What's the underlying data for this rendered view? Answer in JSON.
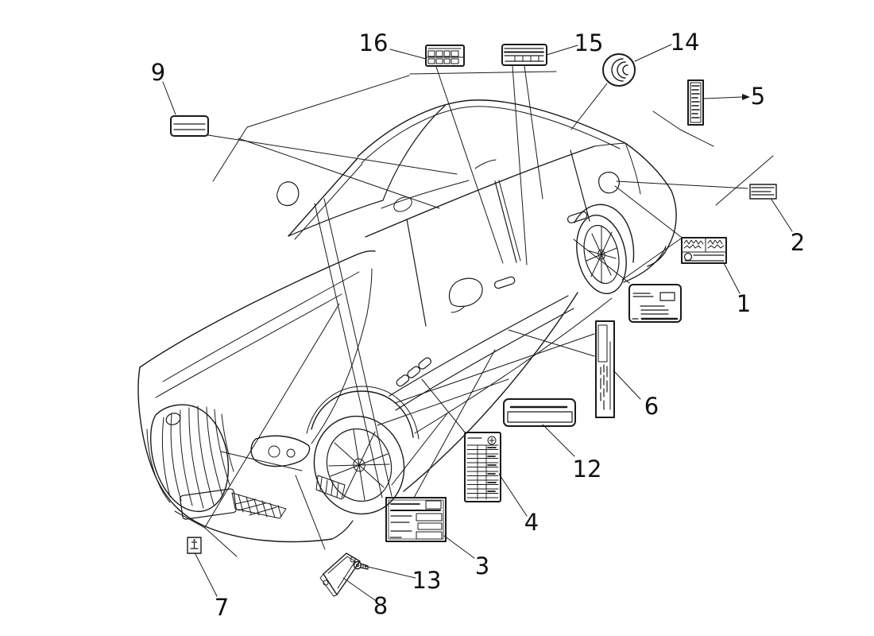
{
  "diagram": {
    "type": "car-stickers-and-labels-parts-diagram",
    "background_color": "#ffffff",
    "ink_color": "#1a1a1a",
    "callouts": [
      {
        "label": "1",
        "glyph": "scribble-text-sticker"
      },
      {
        "label": "2",
        "glyph": "small-lined-sticker"
      },
      {
        "label": "3",
        "glyph": "multi-field-table-sticker"
      },
      {
        "label": "4",
        "glyph": "tire-pressure-table-sticker"
      },
      {
        "label": "5",
        "glyph": "vertical-strip-sticker"
      },
      {
        "label": "6",
        "glyph": "tall-vertical-text-sticker"
      },
      {
        "label": "7",
        "glyph": "jack-point-square-sticker"
      },
      {
        "label": "8",
        "glyph": "riveted-plate"
      },
      {
        "label": "9",
        "glyph": "two-line-plate-sticker"
      },
      {
        "label": "12",
        "glyph": "wide-rounded-sticker"
      },
      {
        "label": "13",
        "glyph": "fastener-screw"
      },
      {
        "label": "14",
        "glyph": "heated-glass-round-symbol"
      },
      {
        "label": "15",
        "glyph": "striped-text-sticker"
      },
      {
        "label": "16",
        "glyph": "grid-cells-sticker"
      }
    ],
    "unnumbered": [
      {
        "glyph": "data-card-label"
      }
    ]
  }
}
